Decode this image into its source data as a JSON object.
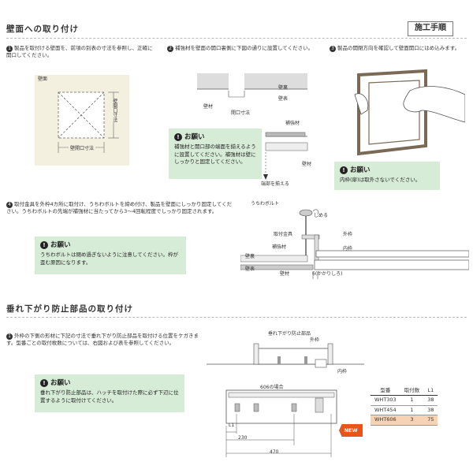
{
  "section1": {
    "title": "壁面への取り付け",
    "badge": "施工手順",
    "step1": {
      "num": "1",
      "text": "製品を取付ける壁面を、前項の別表の寸法を参照し、正確に開口してください。",
      "label_wall": "壁面",
      "label_opening_w": "壁開口寸法",
      "label_opening_h": "壁開口寸法"
    },
    "step2": {
      "num": "2",
      "text": "補強材を壁面の開口裏側に下図の通りに設置してください。",
      "label_back": "壁裏",
      "label_surface": "壁表",
      "label_wall": "壁材",
      "label_opening": "開口寸法",
      "label_reinforce": "補強材",
      "label_wall2": "壁材",
      "label_align": "端部を揃える"
    },
    "note1": {
      "title": "お願い",
      "text": "補強材と開口部の端面を揃えるように設置してください。補強材は壁にしっかりと固定してください。"
    },
    "step3": {
      "num": "3",
      "text": "製品の開閉方向を確認して壁面開口にはめ込みます。"
    },
    "note2": {
      "title": "お願い",
      "text": "内枠(扉)は取外さないでください。"
    },
    "step4": {
      "num": "4",
      "text": "取付金具を外枠4カ所に取付け、うちわボルトを締め付け、製品を壁面にしっかり固定してください。うちわボルトの先端が補強材に当たってから3～4回転程度でしっかり固定されます。",
      "label_bolt": "うちわボルト",
      "label_tighten": "しめる",
      "label_bracket": "取付金具",
      "label_outer": "外枠",
      "label_reinforce": "補強材",
      "label_inner": "内枠",
      "label_back": "壁裏",
      "label_surface": "壁表",
      "label_wall": "壁材",
      "label_overlap": "6(かかりしろ)"
    },
    "note3": {
      "title": "お願い",
      "text": "うちわボルトは閉め過ぎないように注意してください。枠が歪む原因になります。"
    }
  },
  "section2": {
    "title": "垂れ下がり防止部品の取り付け",
    "step1": {
      "num": "1",
      "text": "外枠の下側の形材に下記の寸法で垂れ下がり防止部品を取付ける位置をケガきます。型番ごとの取付枚数については、右図および表を参照してください。"
    },
    "note": {
      "title": "お願い",
      "text": "垂れ下がり防止部品は、ハッチを取付けた際に必ず下辺に位置するように取付けてください。"
    },
    "diagram": {
      "label_part": "垂れ下がり防止部品",
      "label_outer": "外枠",
      "label_inner": "内枠",
      "label_606": "606の場合",
      "label_l1": "L1",
      "dim_230": "230",
      "dim_470": "470"
    },
    "table": {
      "headers": [
        "型番",
        "取付数",
        "L1"
      ],
      "rows": [
        [
          "WHT303",
          "1",
          "38"
        ],
        [
          "WHT454",
          "1",
          "38"
        ],
        [
          "WHT606",
          "3",
          "75"
        ]
      ]
    },
    "new_badge": "NEW"
  },
  "colors": {
    "note_bg": "#d7ecd6",
    "highlight_row": "#f7d3b3",
    "new_badge": "#e8541c",
    "wall_fill": "#f3f0df"
  }
}
